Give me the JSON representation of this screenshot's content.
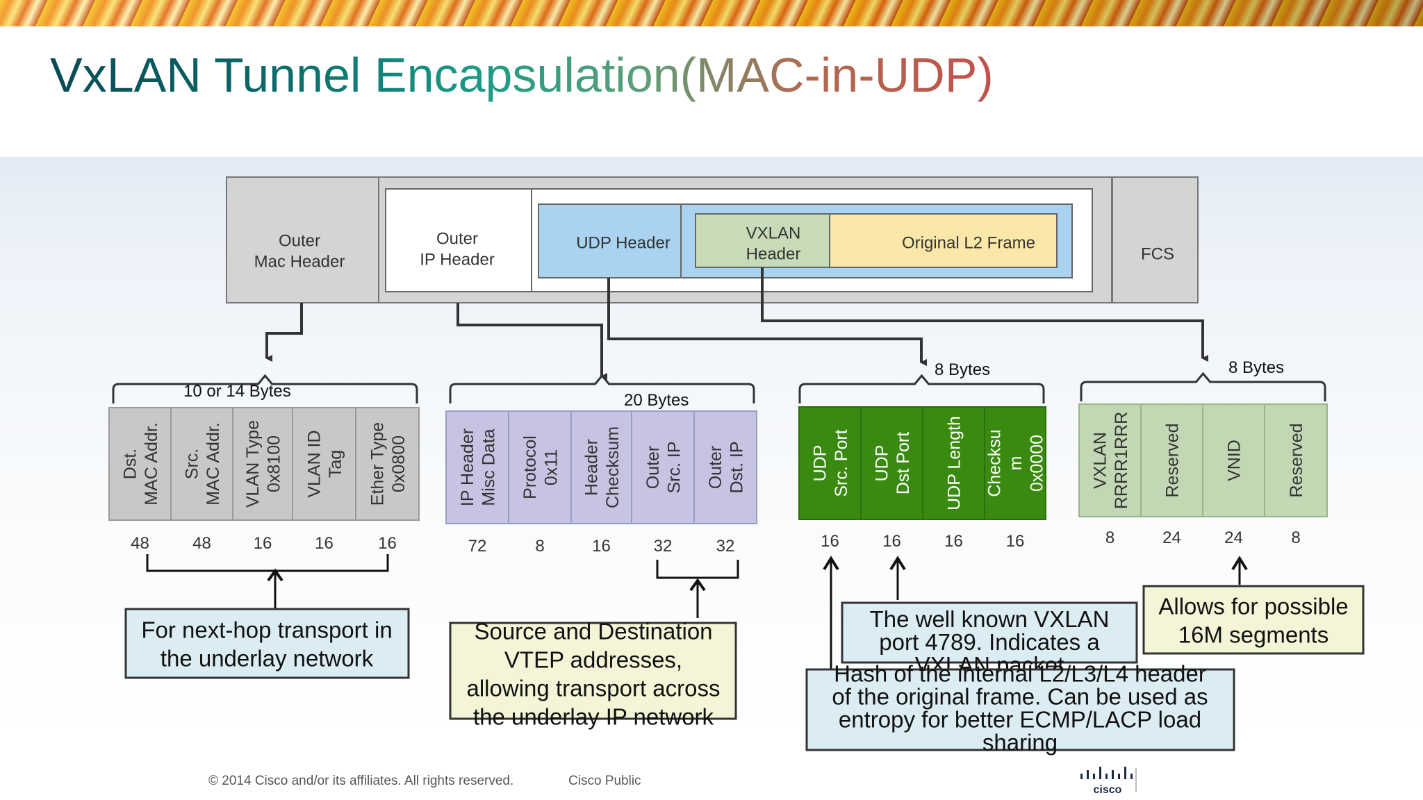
{
  "title": "VxLAN Tunnel Encapsulation(MAC-in-UDP)",
  "colors": {
    "outer_gray": "#d4d4d4",
    "udp_blue": "#a9d3f0",
    "vxlan_green": "#c8dbb8",
    "l2_yellow": "#fbe8a8",
    "mac_gray": "#c8c8c8",
    "ip_lavender": "#c7c4e3",
    "udp_dark_green": "#3a8a12",
    "vxlan_field_green": "#c2d8b4",
    "callout_blue": "#dbecf3",
    "callout_yellow": "#f3f5d6"
  },
  "frame": {
    "outer_mac": [
      "Outer",
      "Mac Header"
    ],
    "outer_ip": [
      "Outer",
      "IP Header"
    ],
    "udp_header": "UDP Header",
    "vxlan_header": [
      "VXLAN",
      "Header"
    ],
    "original_l2": "Original L2 Frame",
    "fcs": "FCS"
  },
  "groups": {
    "mac": {
      "size_label": "10 or 14 Bytes",
      "fields": [
        {
          "lines": [
            "Dst.",
            "MAC Addr."
          ],
          "bits": "48"
        },
        {
          "lines": [
            "Src.",
            "MAC Addr."
          ],
          "bits": "48"
        },
        {
          "lines": [
            "VLAN Type",
            "0x8100"
          ],
          "bits": "16"
        },
        {
          "lines": [
            "VLAN ID",
            "Tag"
          ],
          "bits": "16"
        },
        {
          "lines": [
            "Ether Type",
            "0x0800"
          ],
          "bits": "16"
        }
      ]
    },
    "ip": {
      "size_label": "20 Bytes",
      "fields": [
        {
          "lines": [
            "IP Header",
            "Misc Data"
          ],
          "bits": "72"
        },
        {
          "lines": [
            "Protocol",
            "0x11"
          ],
          "bits": "8"
        },
        {
          "lines": [
            "Header",
            "Checksum"
          ],
          "bits": "16"
        },
        {
          "lines": [
            "Outer",
            "Src. IP"
          ],
          "bits": "32"
        },
        {
          "lines": [
            "Outer",
            "Dst. IP"
          ],
          "bits": "32"
        }
      ]
    },
    "udp": {
      "size_label": "8 Bytes",
      "fields": [
        {
          "lines": [
            "UDP",
            "Src. Port"
          ],
          "bits": "16"
        },
        {
          "lines": [
            "UDP",
            "Dst Port"
          ],
          "bits": "16"
        },
        {
          "lines": [
            "UDP Length"
          ],
          "bits": "16"
        },
        {
          "lines": [
            "Checksu",
            "m",
            "0x0000"
          ],
          "bits": "16"
        }
      ]
    },
    "vxlan": {
      "size_label": "8 Bytes",
      "fields": [
        {
          "lines": [
            "VXLAN",
            "RRRR1RRR"
          ],
          "bits": "8"
        },
        {
          "lines": [
            "Reserved"
          ],
          "bits": "24"
        },
        {
          "lines": [
            "VNID"
          ],
          "bits": "24"
        },
        {
          "lines": [
            "Reserved"
          ],
          "bits": "8"
        }
      ]
    }
  },
  "callouts": {
    "next_hop": [
      "For next-hop transport in",
      "the underlay network"
    ],
    "vtep": [
      "Source and Destination",
      "VTEP addresses,",
      "allowing transport across",
      "the underlay IP network"
    ],
    "well_known": [
      "The well known VXLAN",
      "port 4789. Indicates a",
      "VXLAN packet"
    ],
    "hash": [
      "Hash of the internal L2/L3/L4 header",
      "of the original frame. Can be used as",
      "entropy for better ECMP/LACP load",
      "sharing"
    ],
    "segments": [
      "Allows for possible",
      "16M segments"
    ]
  },
  "footer": {
    "copyright": "© 2014 Cisco and/or its affiliates. All rights reserved.",
    "classification": "Cisco Public",
    "logo_text": "cisco"
  }
}
